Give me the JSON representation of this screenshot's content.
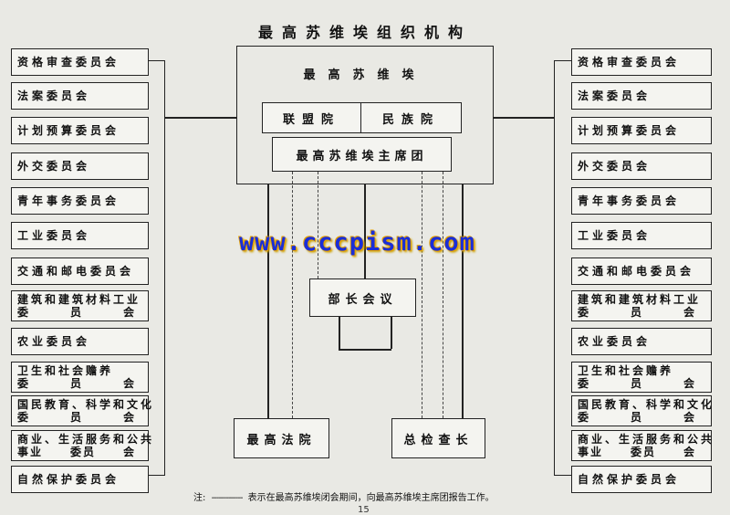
{
  "title": "最高苏维埃组织机构",
  "center": {
    "supreme_soviet": "最高苏维埃",
    "union_council": "联盟院",
    "nationality_council": "民族院",
    "presidium": "最高苏维埃主席团",
    "council_of_ministers": "部长会议",
    "supreme_court": "最高法院",
    "procurator_general": "总检查长"
  },
  "left_committees": [
    {
      "line1": "资格审查委员会"
    },
    {
      "line1": "法案委员会"
    },
    {
      "line1": "计划预算委员会"
    },
    {
      "line1": "外交委员会"
    },
    {
      "line1": "青年事务委员会"
    },
    {
      "line1": "工业委员会"
    },
    {
      "line1": "交通和邮电委员会"
    },
    {
      "line1": "建筑和建筑材料工业",
      "line2a": "委",
      "line2b": "员",
      "line2c": "会"
    },
    {
      "line1": "农业委员会"
    },
    {
      "line1": "卫生和社会赡养",
      "line2a": "委",
      "line2b": "员",
      "line2c": "会"
    },
    {
      "line1": "国民教育、科学和文化",
      "line2a": "委",
      "line2b": "员",
      "line2c": "会"
    },
    {
      "line1": "商业、生活服务和公共",
      "line2a": "事业",
      "line2b": "委员",
      "line2c": "会"
    },
    {
      "line1": "自然保护委员会"
    }
  ],
  "right_committees": [
    {
      "line1": "资格审查委员会"
    },
    {
      "line1": "法案委员会"
    },
    {
      "line1": "计划预算委员会"
    },
    {
      "line1": "外交委员会"
    },
    {
      "line1": "青年事务委员会"
    },
    {
      "line1": "工业委员会"
    },
    {
      "line1": "交通和邮电委员会"
    },
    {
      "line1": "建筑和建筑材料工业",
      "line2a": "委",
      "line2b": "员",
      "line2c": "会"
    },
    {
      "line1": "农业委员会"
    },
    {
      "line1": "卫生和社会赡养",
      "line2a": "委",
      "line2b": "员",
      "line2c": "会"
    },
    {
      "line1": "国民教育、科学和文化",
      "line2a": "委",
      "line2b": "员",
      "line2c": "会"
    },
    {
      "line1": "商业、生活服务和公共",
      "line2a": "事业",
      "line2b": "委员",
      "line2c": "会"
    },
    {
      "line1": "自然保护委员会"
    }
  ],
  "watermark": "www.cccpism.com",
  "note": {
    "prefix": "注:",
    "dashes": "-------------",
    "text": "表示在最高苏维埃闭会期间，向最高苏维埃主席团报告工作。"
  },
  "page_number": "15"
}
